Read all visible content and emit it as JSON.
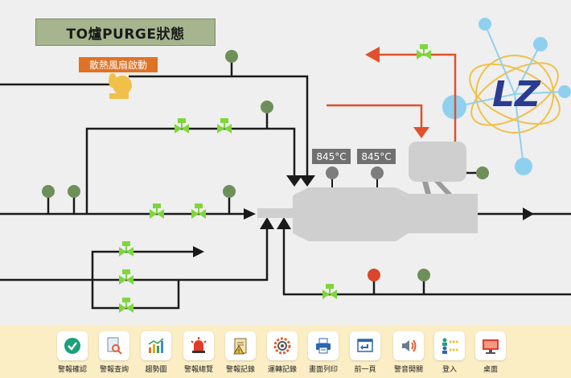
{
  "title": "TO爐PURGE狀態",
  "fan_label": "散熱風扇啟動",
  "temps": [
    "845°C",
    "845°C"
  ],
  "logo_text": "LZ",
  "colors": {
    "pipe": "#1a1a1a",
    "valve": "#7ed63b",
    "furnace": "#cfcfcf",
    "hot_pipe": "#e0502a",
    "sensor_green": "#6f8f5a",
    "sensor_red": "#d8462c",
    "title_bg": "#a6b58d",
    "toolbar_bg": "#fbedc4"
  },
  "toolbar": [
    {
      "label": "警報確認",
      "icon": "check-circle-icon"
    },
    {
      "label": "警報查詢",
      "icon": "document-search-icon"
    },
    {
      "label": "趨勢圖",
      "icon": "trend-chart-icon"
    },
    {
      "label": "警報總覽",
      "icon": "alarm-light-icon"
    },
    {
      "label": "警報記錄",
      "icon": "clipboard-warning-icon"
    },
    {
      "label": "運轉記錄",
      "icon": "gear-record-icon"
    },
    {
      "label": "畫面列印",
      "icon": "printer-icon"
    },
    {
      "label": "前一頁",
      "icon": "previous-page-icon"
    },
    {
      "label": "警音開關",
      "icon": "speaker-icon"
    },
    {
      "label": "登入",
      "icon": "users-login-icon"
    },
    {
      "label": "桌面",
      "icon": "desktop-icon"
    }
  ]
}
